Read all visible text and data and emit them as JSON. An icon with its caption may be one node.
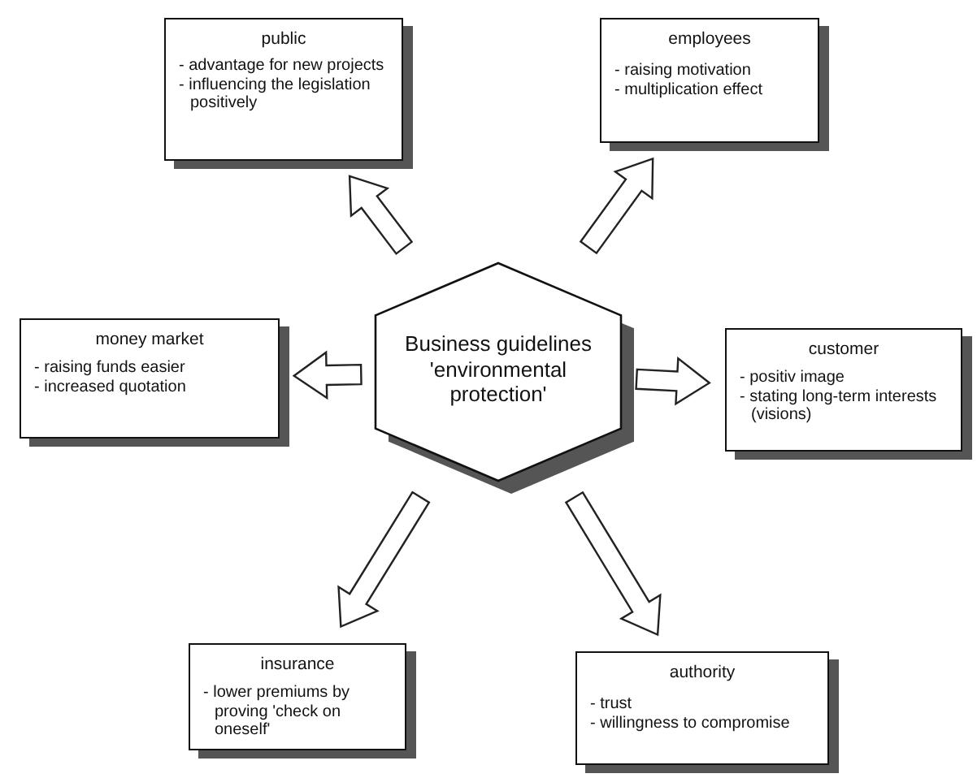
{
  "diagram": {
    "nodes": [
      {
        "text": [
          "Business guidelines 'environmental protection'"
        ]
      },
      {
        "text": [
          "public",
          "- advantage for new projects",
          "- influencing the legislation positively"
        ]
      },
      {
        "text": [
          "employees",
          "- raising motivation",
          "- multiplication effect"
        ]
      },
      {
        "text": [
          "money market",
          "- raising funds easier",
          "- increased quotation"
        ]
      },
      {
        "text": [
          "customer",
          "- positiv image",
          "- stating long-term interests (visions)"
        ]
      },
      {
        "text": [
          "insurance",
          "- lower premiums by proving 'check on oneself'"
        ]
      },
      {
        "text": [
          "authority",
          "- trust",
          "- willingness to compromise"
        ]
      }
    ],
    "edges": [
      {
        "from": 0,
        "to": 1,
        "arrow": "to"
      },
      {
        "from": 0,
        "to": 2,
        "arrow": "to"
      },
      {
        "from": 0,
        "to": 3,
        "arrow": "to"
      },
      {
        "from": 0,
        "to": 4,
        "arrow": "to"
      },
      {
        "from": 0,
        "to": 5,
        "arrow": "to"
      },
      {
        "from": 0,
        "to": 6,
        "arrow": "to"
      }
    ]
  }
}
